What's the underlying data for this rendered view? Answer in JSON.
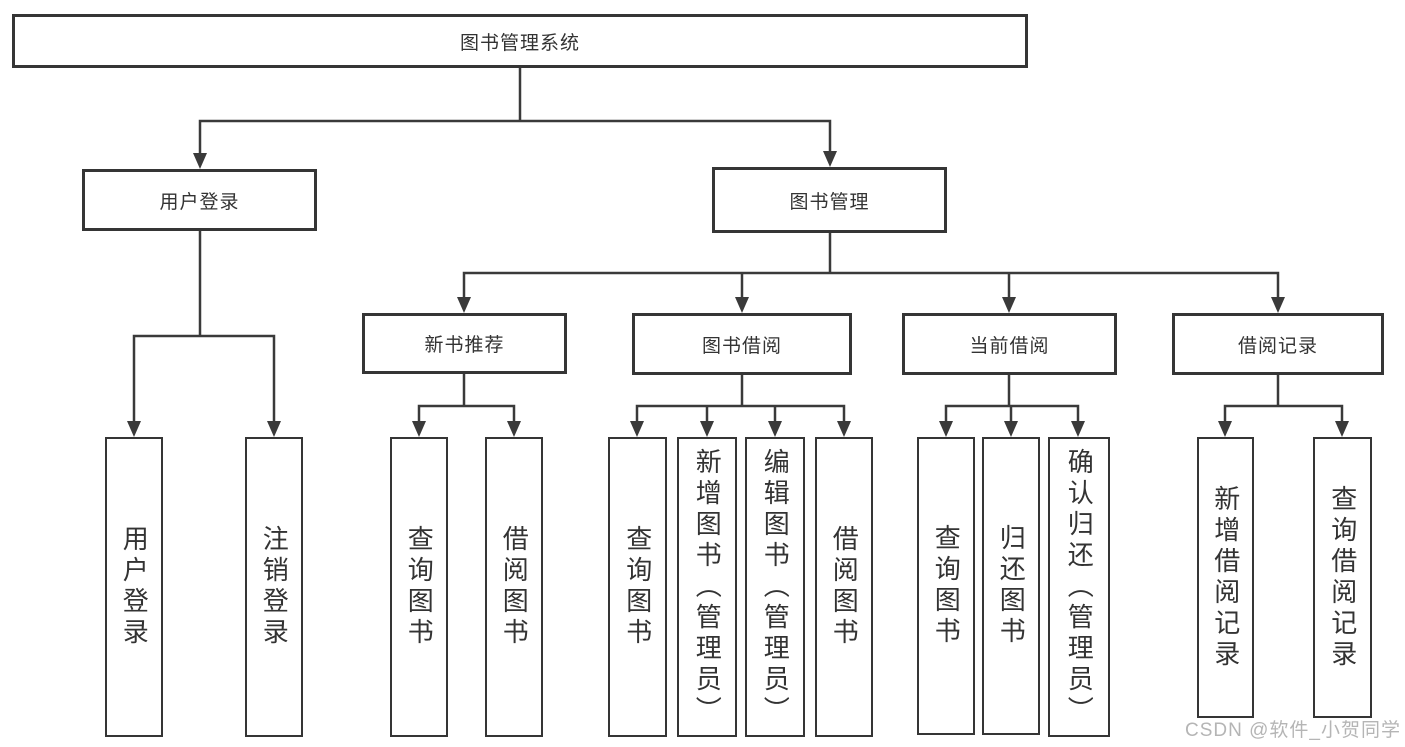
{
  "diagram_type": "hierarchy-tree",
  "root": {
    "label": "图书管理系统"
  },
  "tree": [
    {
      "label": "用户登录",
      "children": [
        {
          "label": "用户登录"
        },
        {
          "label": "注销登录"
        }
      ]
    },
    {
      "label": "图书管理",
      "children": [
        {
          "label": "新书推荐",
          "children": [
            {
              "label": "查询图书"
            },
            {
              "label": "借阅图书"
            }
          ]
        },
        {
          "label": "图书借阅",
          "children": [
            {
              "label": "查询图书"
            },
            {
              "label": "新增图书（管理员）"
            },
            {
              "label": "编辑图书（管理员）"
            },
            {
              "label": "借阅图书"
            }
          ]
        },
        {
          "label": "当前借阅",
          "children": [
            {
              "label": "查询图书"
            },
            {
              "label": "归还图书"
            },
            {
              "label": "确认归还（管理员）"
            }
          ]
        },
        {
          "label": "借阅记录",
          "children": [
            {
              "label": "新增借阅记录"
            },
            {
              "label": "查询借阅记录"
            }
          ]
        }
      ]
    }
  ],
  "watermark": {
    "text": "CSDN @软件_小贺同学"
  },
  "colors": {
    "line": "#3a3a3a",
    "border": "#353535",
    "text": "#333333",
    "background": "#ffffff",
    "watermark": "#b5b5b5"
  }
}
